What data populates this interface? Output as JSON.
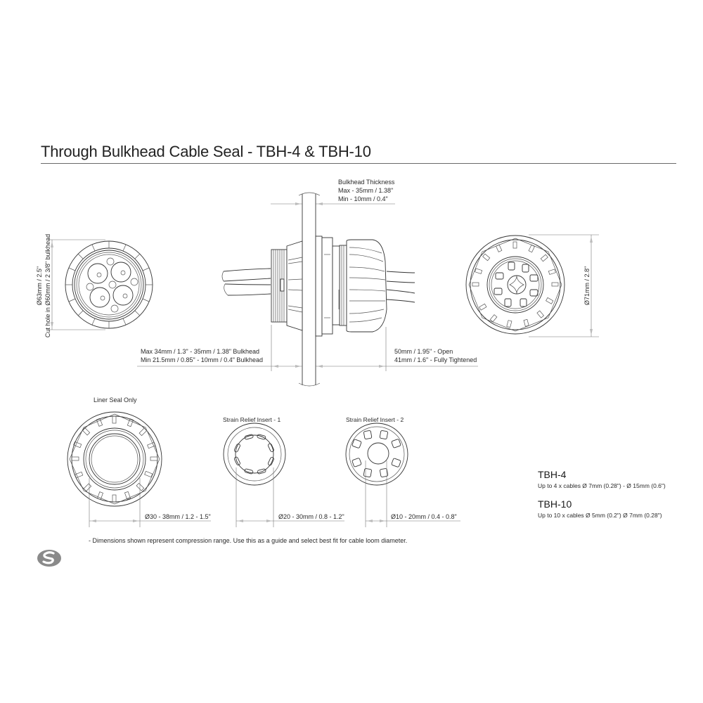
{
  "header": {
    "title": "Through Bulkhead Cable Seal - TBH-4 & TBH-10"
  },
  "views": {
    "front_tbh4": {
      "dimension_vertical_line1": "Ø63mm / 2.5\"",
      "dimension_vertical_line2": "Cut hole in Ø60mm / 2 3/8\" bulkhead"
    },
    "side_view": {
      "bulkhead_thickness_title": "Bulkhead Thickness",
      "bulkhead_thickness_max": "Max - 35mm / 1.38\"",
      "bulkhead_thickness_min": "Min - 10mm / 0.4\"",
      "left_length_max": "Max 34mm / 1.3\" - 35mm / 1.38\" Bulkhead",
      "left_length_min": "Min 21.5mm / 0.85\" - 10mm / 0.4\" Bulkhead",
      "right_length_open": "50mm / 1.95\" - Open",
      "right_length_tight": "41mm / 1.6\" - Fully Tightened"
    },
    "front_tbh10": {
      "dimension_vertical": "Ø71mm / 2.8\""
    },
    "liner_seal": {
      "label": "Liner Seal Only",
      "dimension": "Ø30 - 38mm / 1.2 - 1.5\""
    },
    "strain_relief_1": {
      "label": "Strain Relief Insert - 1",
      "dimension": "Ø20 - 30mm / 0.8 - 1.2\""
    },
    "strain_relief_2": {
      "label": "Strain Relief Insert - 2",
      "dimension": "Ø10 - 20mm / 0.4 - 0.8\""
    }
  },
  "models": [
    {
      "name": "TBH-4",
      "description": "Up to 4 x cables Ø 7mm (0.28\") - Ø 15mm (0.6\")"
    },
    {
      "name": "TBH-10",
      "description": "Up to 10 x cables Ø 5mm (0.2\")   Ø 7mm (0.28\")"
    }
  ],
  "footnote": "- Dimensions shown represent compression range.  Use this as a guide and select best fit for cable loom diameter.",
  "logo": {
    "icon": "s-logo-icon",
    "color": "#8a8a8a"
  },
  "colors": {
    "line": "#333333",
    "dimension": "#777777",
    "rule": "#6a6a6a"
  }
}
